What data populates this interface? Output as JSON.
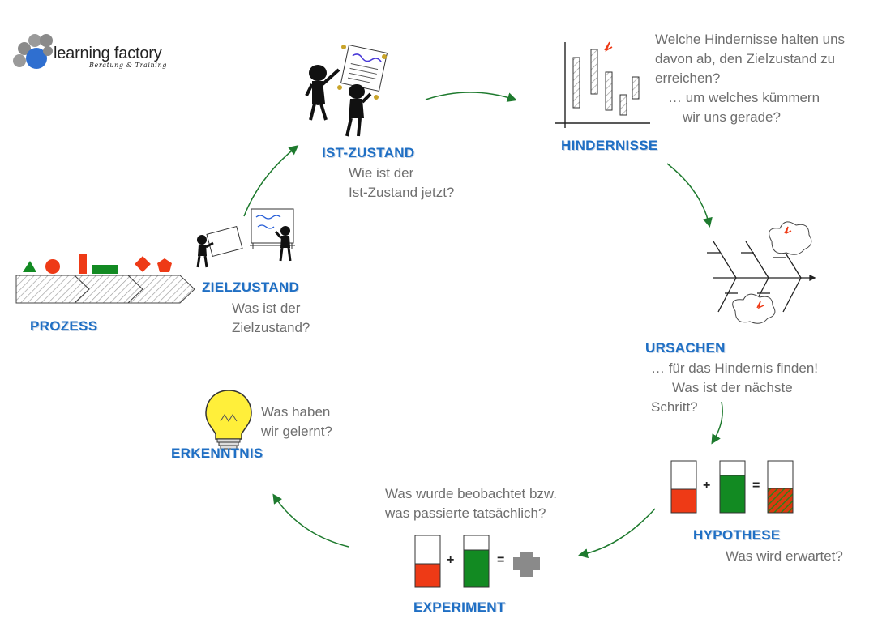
{
  "logo": {
    "name": "learning factory",
    "tagline": "Beratung & Training"
  },
  "steps": {
    "ist_zustand": {
      "title": "IST-ZUSTAND",
      "question": [
        "Wie ist der",
        "Ist-Zustand jetzt?"
      ]
    },
    "hindernisse": {
      "title": "HINDERNISSE",
      "question": [
        "Welche Hindernisse halten uns",
        "davon ab, den Zielzustand zu",
        "erreichen?",
        "… um welches kümmern",
        "wir uns gerade?"
      ]
    },
    "ursachen": {
      "title": "URSACHEN",
      "question": [
        "… für das Hindernis finden!",
        "Was ist der nächste",
        "Schritt?"
      ]
    },
    "hypothese": {
      "title": "HYPOTHESE",
      "question": [
        "Was wird erwartet?"
      ]
    },
    "experiment": {
      "title": "EXPERIMENT",
      "question": [
        "Was wurde beobachtet bzw.",
        "was passierte tatsächlich?"
      ]
    },
    "erkenntnis": {
      "title": "ERKENNTNIS",
      "question": [
        "Was haben",
        "wir gelernt?"
      ]
    },
    "zielzustand": {
      "title": "ZIELZUSTAND",
      "question": [
        "Was ist der",
        "Zielzustand?"
      ]
    }
  },
  "prozess": {
    "title": "PROZESS"
  },
  "operators": {
    "plus": "+",
    "equals": "="
  },
  "colors": {
    "title_blue": "#1f6fc4",
    "question_gray": "#6e6e6e",
    "arrow_green": "#1e7a2e",
    "red": "#ee3a16",
    "green": "#128a22",
    "bulb_yellow": "#ffef3a",
    "cross_gray": "#8a8a8a"
  },
  "icons": [
    "logo-hexagon-icon",
    "people-with-flipchart-icon",
    "people-with-whiteboard-icon",
    "candlestick-chart-icon",
    "fishbone-diagram-icon",
    "light-bulb-icon",
    "process-chevron-icon",
    "gray-cross-icon"
  ]
}
